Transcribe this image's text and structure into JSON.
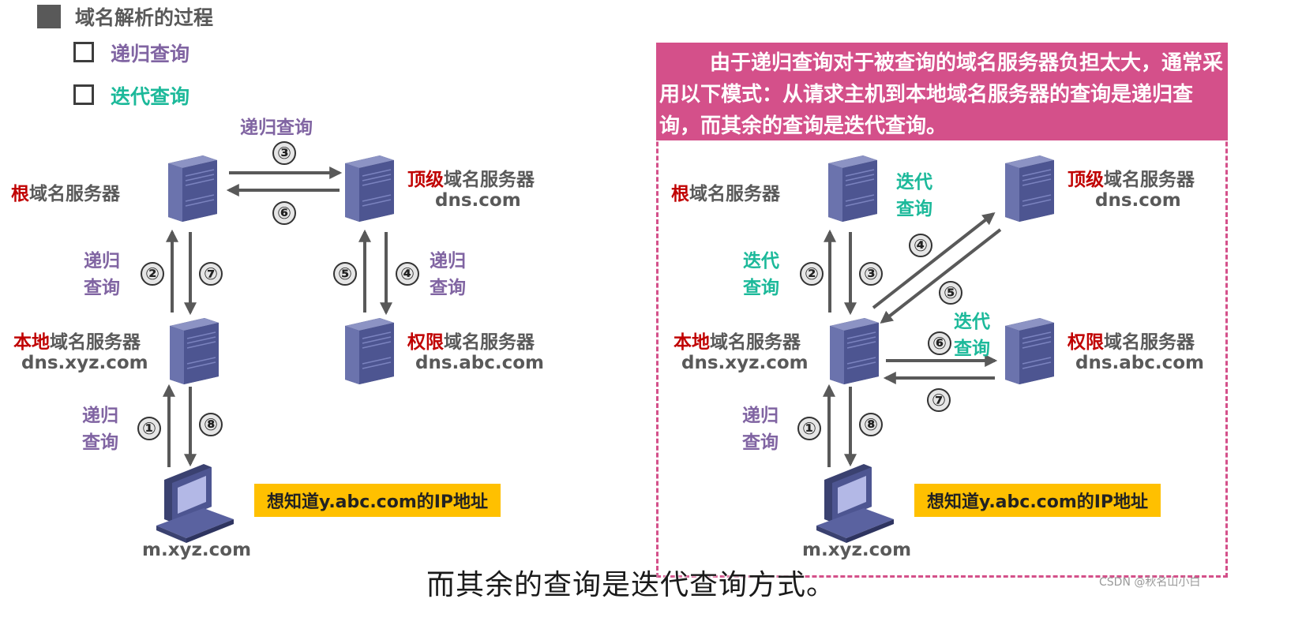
{
  "title": "域名解析的过程",
  "options": [
    {
      "label": "递归查询",
      "color": "#8064a2"
    },
    {
      "label": "迭代查询",
      "color": "#1cb99a"
    }
  ],
  "servers": {
    "root": {
      "hl": "根",
      "rest": "域名服务器"
    },
    "tld": {
      "hl": "顶级",
      "rest": "域名服务器",
      "host": "dns.com"
    },
    "local": {
      "hl": "本地",
      "rest": "域名服务器",
      "host": "dns.xyz.com"
    },
    "auth": {
      "hl": "权限",
      "rest": "域名服务器",
      "host": "dns.abc.com"
    }
  },
  "client_host": "m.xyz.com",
  "query_note": "想知道y.abc.com的IP地址",
  "recursive_label": "递归查询",
  "recursive_line1": "递归",
  "recursive_line2": "查询",
  "iterative_line1": "迭代",
  "iterative_line2": "查询",
  "steps": [
    "①",
    "②",
    "③",
    "④",
    "⑤",
    "⑥",
    "⑦",
    "⑧"
  ],
  "explanation": "由于递归查询对于被查询的域名服务器负担太大，通常采用以下模式：从请求主机到本地域名服务器的查询是递归查询，而其余的查询是迭代查询。",
  "subtitle": "而其余的查询是迭代查询方式。",
  "watermark": "CSDN @秋名山小白",
  "colors": {
    "recursive": "#8064a2",
    "iterative": "#1cb99a",
    "highlight": "#c00000",
    "note_bg": "#ffc000",
    "panel": "#d4508a",
    "server": "#4a5288"
  }
}
